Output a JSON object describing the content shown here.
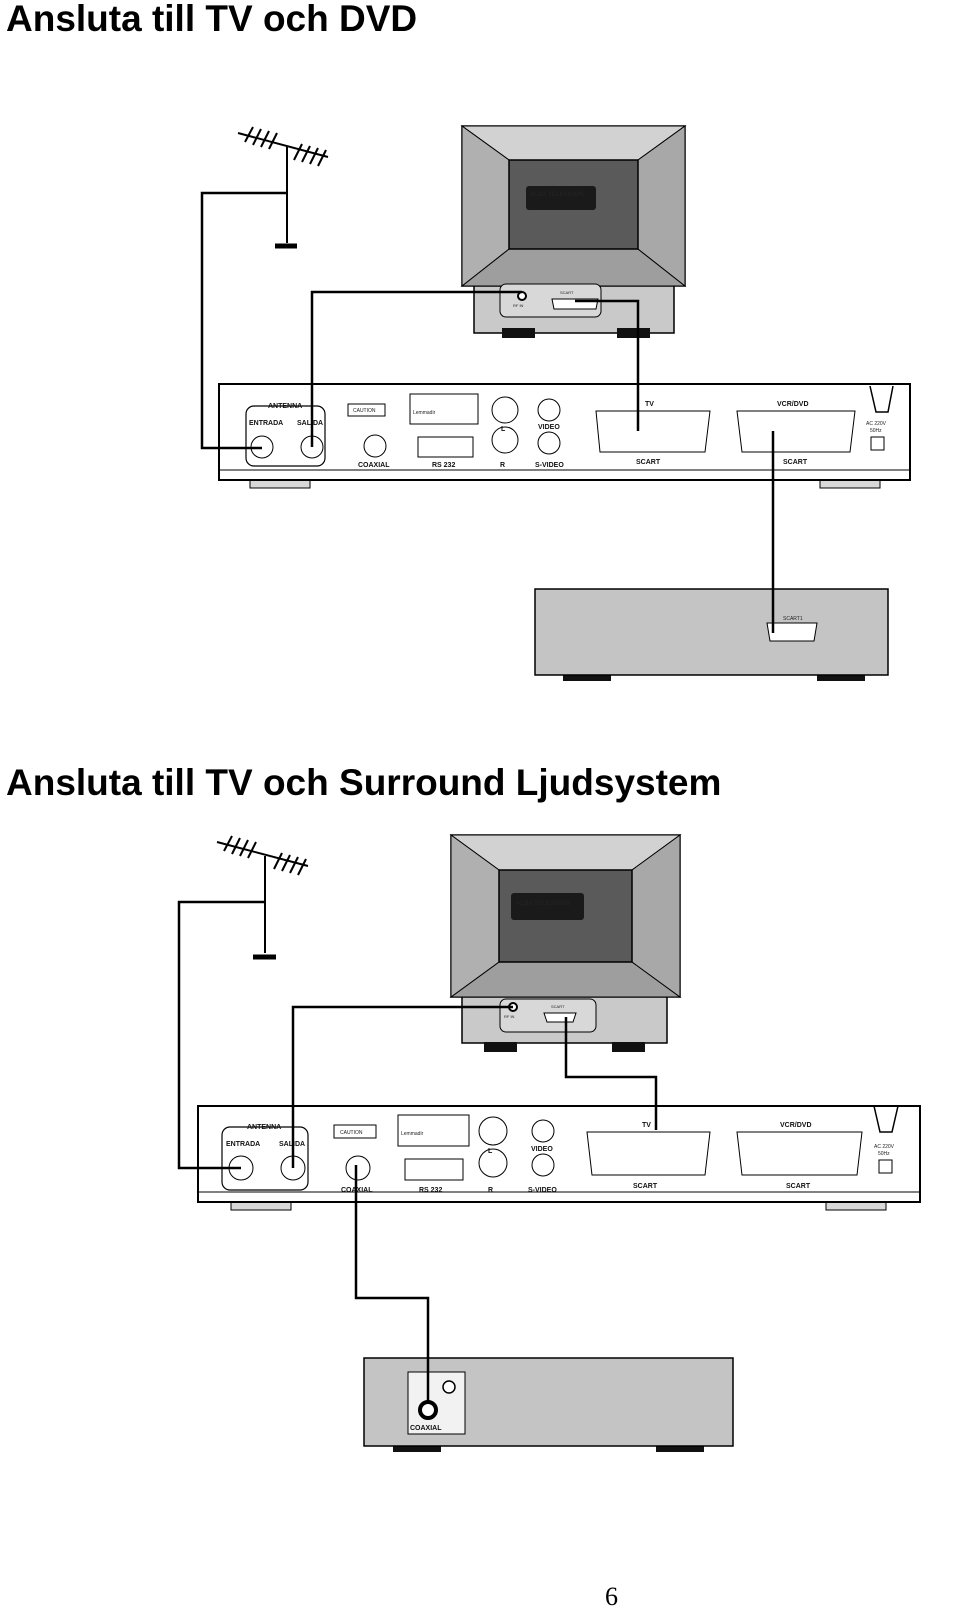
{
  "page_number": "6",
  "sections": [
    {
      "title": "Ansluta till TV och DVD",
      "tv": {
        "brand": "ALBA TELEVISION",
        "rf_in_label": "RF IN",
        "scart_label": "SCART"
      },
      "receiver": {
        "antenna_label": "ANTENNA",
        "entrada_label": "ENTRADA",
        "salida_label": "SALIDA",
        "coaxial_label": "COAXIAL",
        "rs232_label": "RS 232",
        "l_label": "L",
        "r_label": "R",
        "video_label": "VIDEO",
        "svideo_label": "S-VIDEO",
        "tv_label": "TV",
        "vcrdvd_label": "VCR/DVD",
        "scart_label": "SCART",
        "power_label": "AC 220V",
        "power_freq": "50Hz",
        "caution_label": "CAUTION",
        "brand": "Lemmadir"
      },
      "device": {
        "scart_label": "SCART1"
      }
    },
    {
      "title": "Ansluta till TV och Surround Ljudsystem",
      "tv": {
        "brand": "ALBA TELEVISION",
        "rf_in_label": "RF IN",
        "scart_label": "SCART"
      },
      "receiver": {
        "antenna_label": "ANTENNA",
        "entrada_label": "ENTRADA",
        "salida_label": "SALIDA",
        "coaxial_label": "COAXIAL",
        "rs232_label": "RS 232",
        "l_label": "L",
        "r_label": "R",
        "video_label": "VIDEO",
        "svideo_label": "S-VIDEO",
        "tv_label": "TV",
        "vcrdvd_label": "VCR/DVD",
        "scart_label": "SCART",
        "power_label": "AC 220V",
        "power_freq": "50Hz",
        "caution_label": "CAUTION",
        "brand": "Lemmadir"
      },
      "device": {
        "coaxial_label": "COAXIAL"
      }
    }
  ]
}
